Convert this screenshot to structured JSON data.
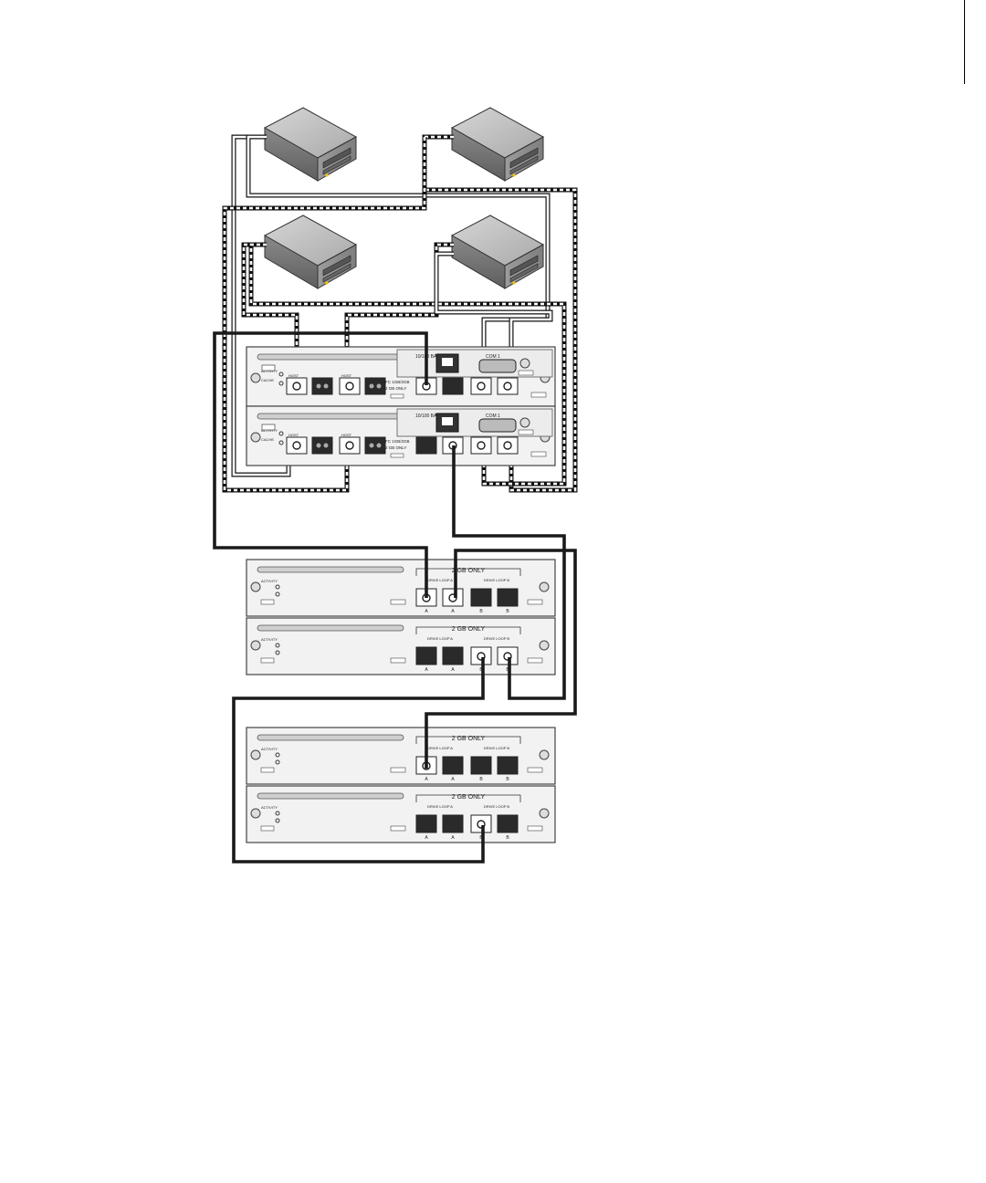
{
  "diagram": {
    "servers": [
      {
        "id": "server-top-left"
      },
      {
        "id": "server-top-right"
      },
      {
        "id": "server-mid-left"
      },
      {
        "id": "server-mid-right"
      }
    ],
    "controller_panel": {
      "ports_left": [
        "HOST",
        "HOST",
        "HOST",
        "HOST"
      ],
      "port_group_label": "FC 1GB/2GB",
      "only_label": "2 GB ONLY",
      "ethernet_label": "10/100 BASE-T",
      "serial_label": "COM 1",
      "activity_label": "ACTIVITY",
      "cache_label": "CACHE"
    },
    "tray_units": [
      {
        "bay_label": "2 GB ONLY",
        "loop_a_label": "DRIVE LOOP A",
        "loop_b_label": "DRIVE LOOP B",
        "activity_label": "ACTIVITY",
        "port_labels": [
          "A",
          "A",
          "B",
          "B"
        ]
      },
      {
        "bay_label": "2 GB ONLY",
        "loop_a_label": "DRIVE LOOP A",
        "loop_b_label": "DRIVE LOOP B",
        "activity_label": "ACTIVITY",
        "port_labels": [
          "A",
          "A",
          "B",
          "B"
        ]
      },
      {
        "bay_label": "2 GB ONLY",
        "loop_a_label": "DRIVE LOOP A",
        "loop_b_label": "DRIVE LOOP B",
        "activity_label": "ACTIVITY",
        "port_labels": [
          "A",
          "A",
          "B",
          "B"
        ]
      },
      {
        "bay_label": "2 GB ONLY",
        "loop_a_label": "DRIVE LOOP A",
        "loop_b_label": "DRIVE LOOP B",
        "activity_label": "ACTIVITY",
        "port_labels": [
          "A",
          "A",
          "B",
          "B"
        ]
      }
    ],
    "colors": {
      "panel_fill": "#f2f2f2",
      "panel_stroke": "#444444",
      "port_dark": "#2a2a2a",
      "cable": "#1a1a1a",
      "server_top": "#bdbdbd",
      "server_side": "#7a7a7a",
      "server_front": "#9a9a9a"
    }
  }
}
